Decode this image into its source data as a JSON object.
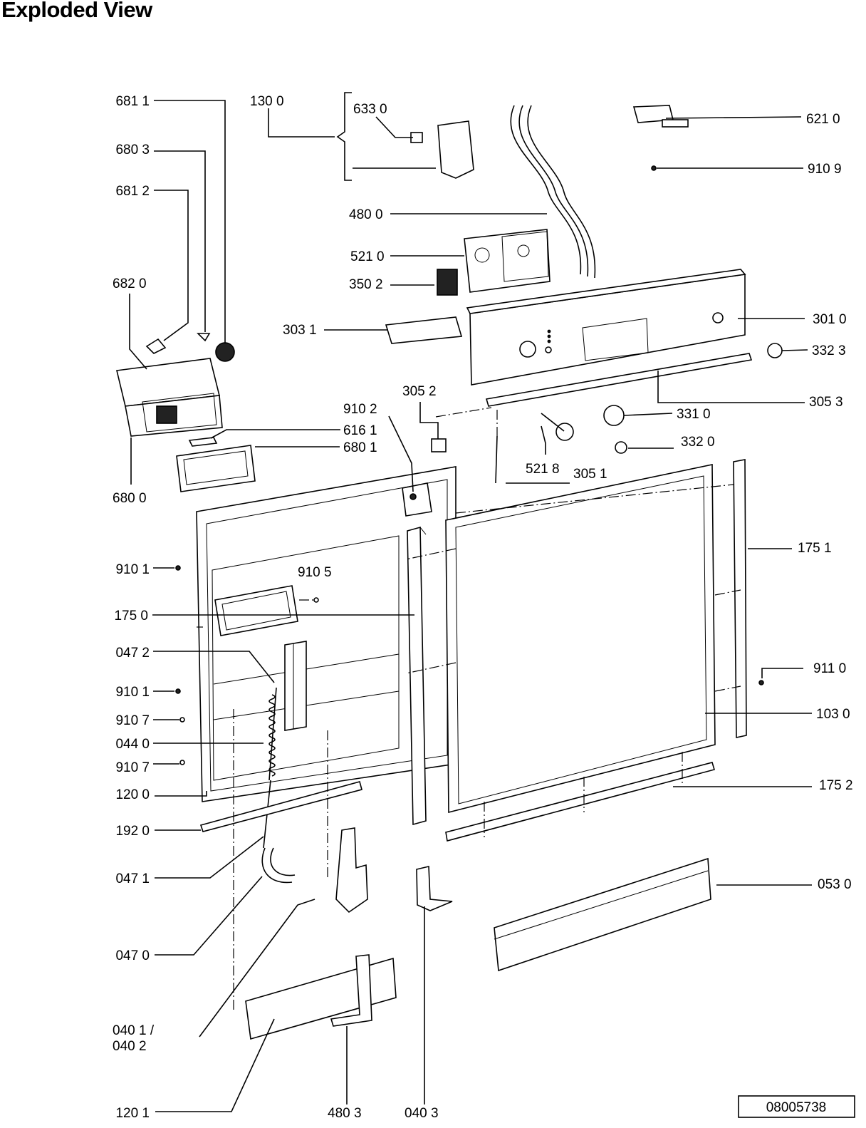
{
  "title": "Exploded View",
  "drawing_number": "08005738",
  "callouts": {
    "c6811": "681 1",
    "c1300": "130 0",
    "c6330": "633 0",
    "c6210": "621 0",
    "c6803": "680 3",
    "c9109": "910 9",
    "c6812": "681 2",
    "c4800": "480 0",
    "c5210": "521 0",
    "c6820": "682 0",
    "c3502": "350 2",
    "c3031": "303 1",
    "c3010": "301 0",
    "c3323": "332 3",
    "c3052": "305 2",
    "c3053": "305 3",
    "c9102": "910 2",
    "c3310": "331 0",
    "c6161": "616 1",
    "c6801": "680 1",
    "c3320": "332 0",
    "c5218": "521 8",
    "c3051": "305 1",
    "c6800": "680 0",
    "c1751": "175 1",
    "c9101a": "910 1",
    "c9105": "910 5",
    "c1750": "175 0",
    "c0472": "047 2",
    "c9110": "911 0",
    "c9101b": "910 1",
    "c1030": "103 0",
    "c9107a": "910 7",
    "c0440": "044 0",
    "c9107b": "910 7",
    "c1752": "175 2",
    "c1200": "120 0",
    "c1920": "192 0",
    "c0471": "047 1",
    "c0530": "053 0",
    "c0470": "047 0",
    "c0401": "040 1 /",
    "c0402": "040 2",
    "c1201": "120 1",
    "c4803": "480 3",
    "c0403": "040 3"
  }
}
